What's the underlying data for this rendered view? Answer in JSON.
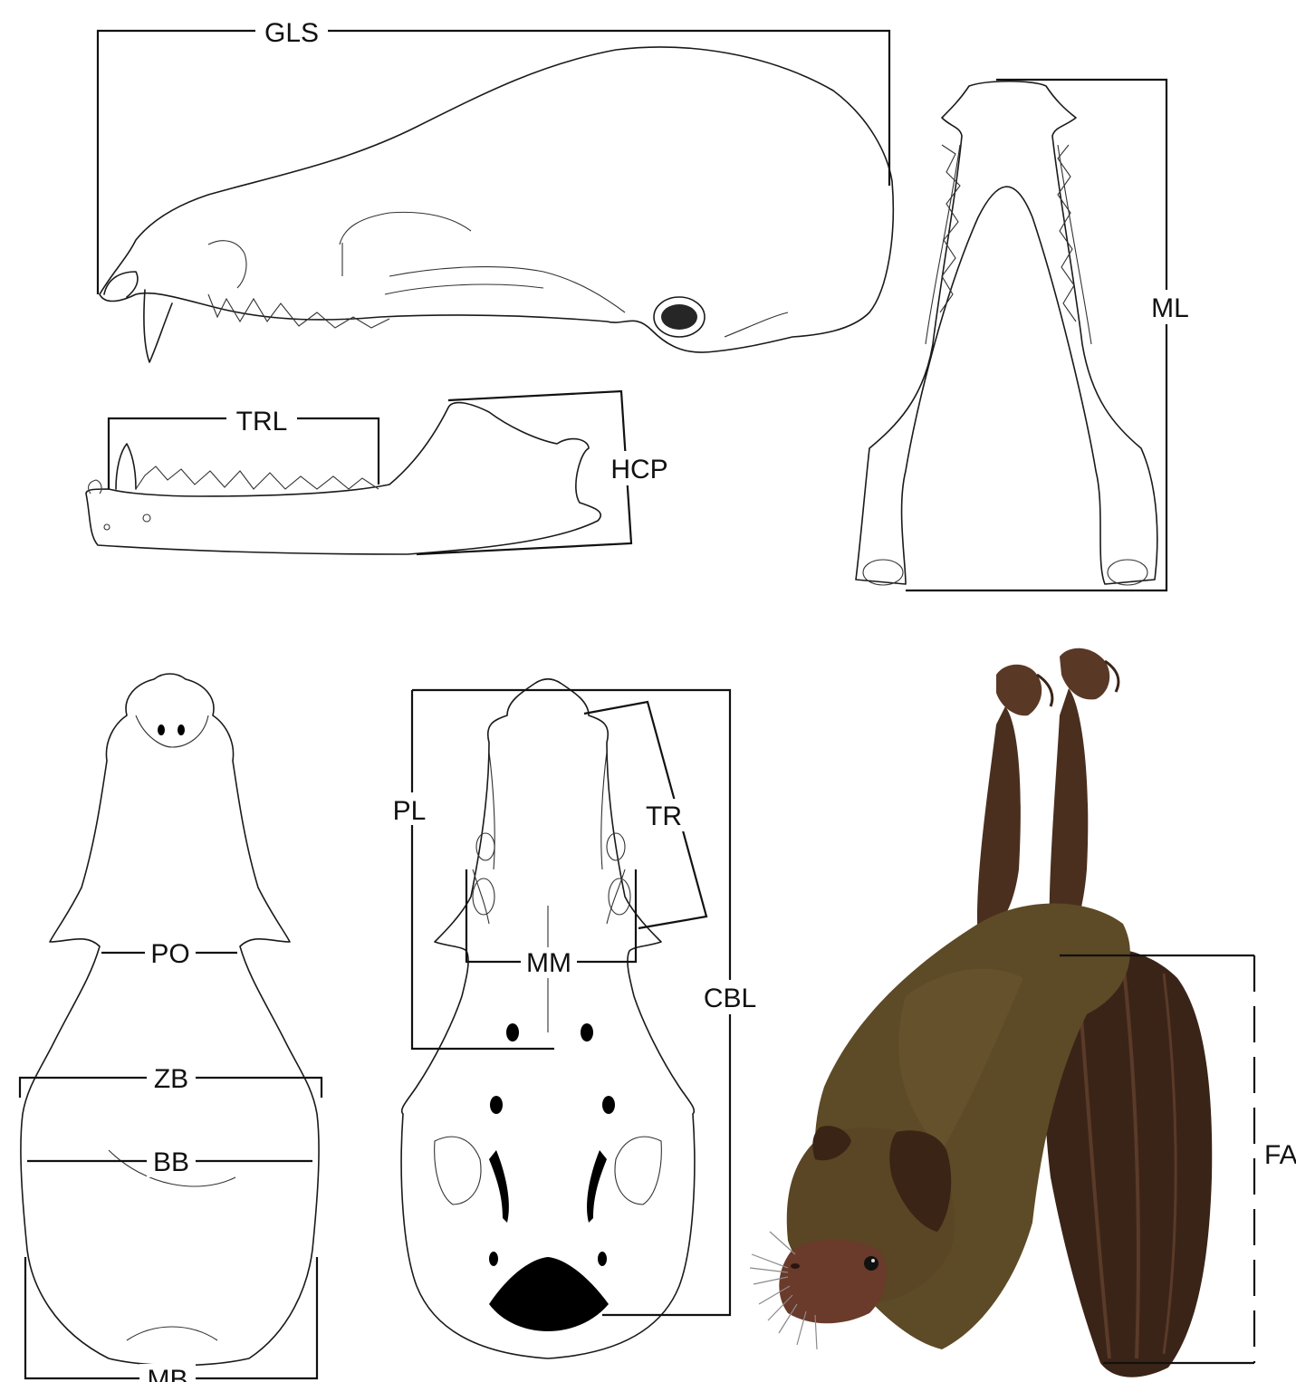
{
  "labels": {
    "gls": "GLS",
    "ml": "ML",
    "trl": "TRL",
    "hcp": "HCP",
    "po": "PO",
    "zb": "ZB",
    "bb": "BB",
    "mb": "MB",
    "pl": "PL",
    "tr": "TR",
    "mm": "MM",
    "cbl": "CBL",
    "fa": "FA"
  },
  "colors": {
    "line": "#1a1a1a",
    "bat_fur": "#5d4a26",
    "bat_wing": "#3a2418",
    "bat_face": "#6a3a2a"
  }
}
